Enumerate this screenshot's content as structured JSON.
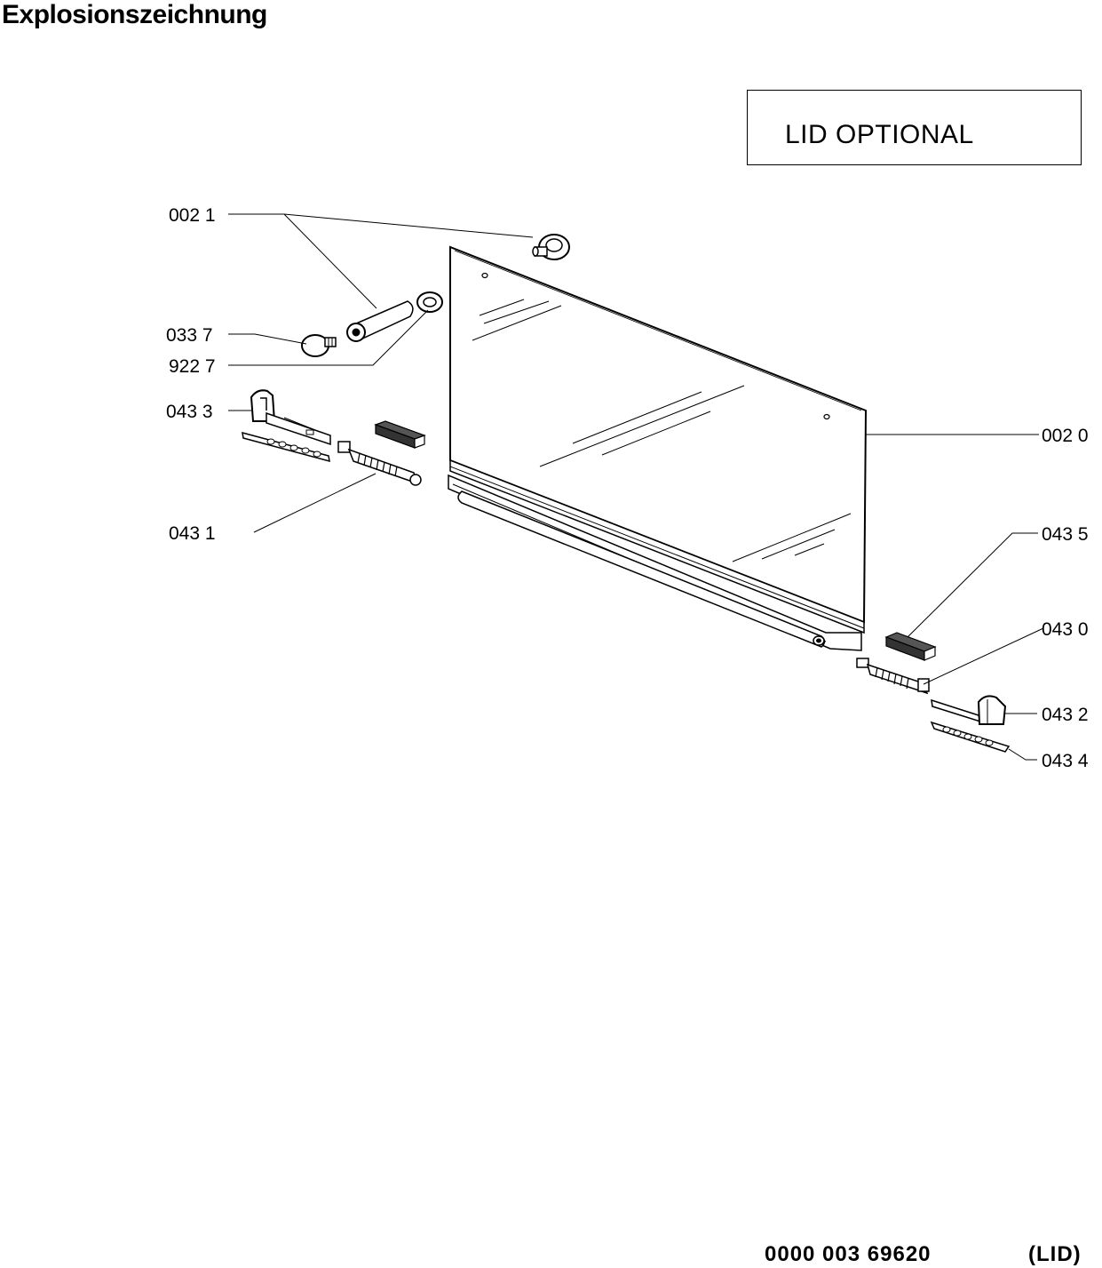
{
  "header": {
    "title": "Explosionszeichnung"
  },
  "lid_box": {
    "text": "LID OPTIONAL"
  },
  "part_labels": {
    "p0021": "002 1",
    "p0337": "033 7",
    "p9227": "922 7",
    "p0433": "043 3",
    "p0431": "043 1",
    "p0020": "002 0",
    "p0435": "043 5",
    "p0430": "043 0",
    "p0432": "043 2",
    "p0434": "043 4"
  },
  "footer": {
    "code": "0000 003 69620",
    "tag": "(LID)"
  }
}
